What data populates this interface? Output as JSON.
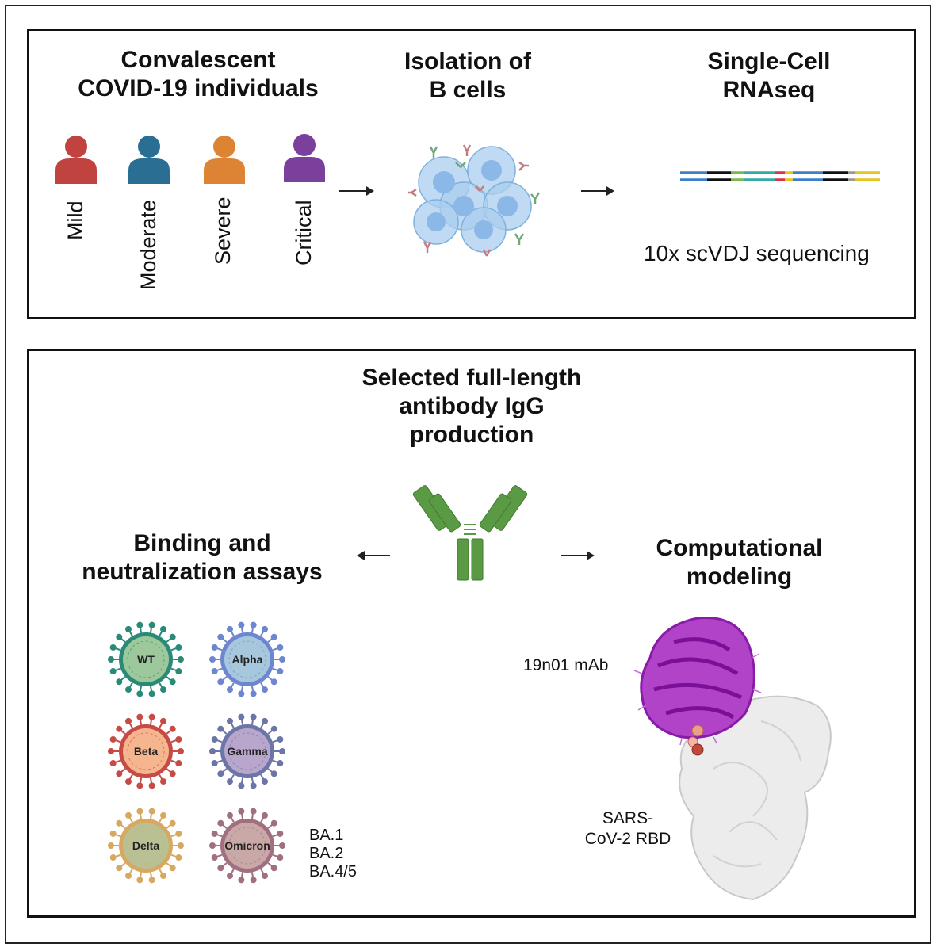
{
  "top_panel": {
    "cohort_title": "Convalescent\nCOVID-19 individuals",
    "isolation_title": "Isolation of\nB cells",
    "scrna_title": "Single-Cell\nRNAseq",
    "sequencing_label": "10x scVDJ sequencing",
    "severity_groups": [
      {
        "label": "Mild",
        "color": "#c0433f"
      },
      {
        "label": "Moderate",
        "color": "#2a6e93"
      },
      {
        "label": "Severe",
        "color": "#dd8434"
      },
      {
        "label": "Critical",
        "color": "#7b3f9c"
      }
    ]
  },
  "bottom_panel": {
    "production_title": "Selected full-length\nantibody IgG\nproduction",
    "assays_title": "Binding and\nneutralization assays",
    "modeling_title": "Computational\nmodeling",
    "variants": [
      {
        "label": "WT",
        "color": "#2a8a78",
        "fill": "#9cc89b"
      },
      {
        "label": "Alpha",
        "color": "#6d86cf",
        "fill": "#a7c7dc"
      },
      {
        "label": "Beta",
        "color": "#c74a45",
        "fill": "#f5b58e"
      },
      {
        "label": "Gamma",
        "color": "#6b75a8",
        "fill": "#b8a6cc"
      },
      {
        "label": "Delta",
        "color": "#d7a860",
        "fill": "#b9c194"
      },
      {
        "label": "Omicron",
        "color": "#a07080",
        "fill": "#c9a8a8"
      }
    ],
    "omicron_sublineages": [
      "BA.1",
      "BA.2",
      "BA.4/5"
    ],
    "mab_label": "19n01 mAb",
    "rbd_label": "SARS-\nCoV-2 RBD",
    "antibody_color": "#5a9a44",
    "mab_color": "#8a1aa8"
  }
}
